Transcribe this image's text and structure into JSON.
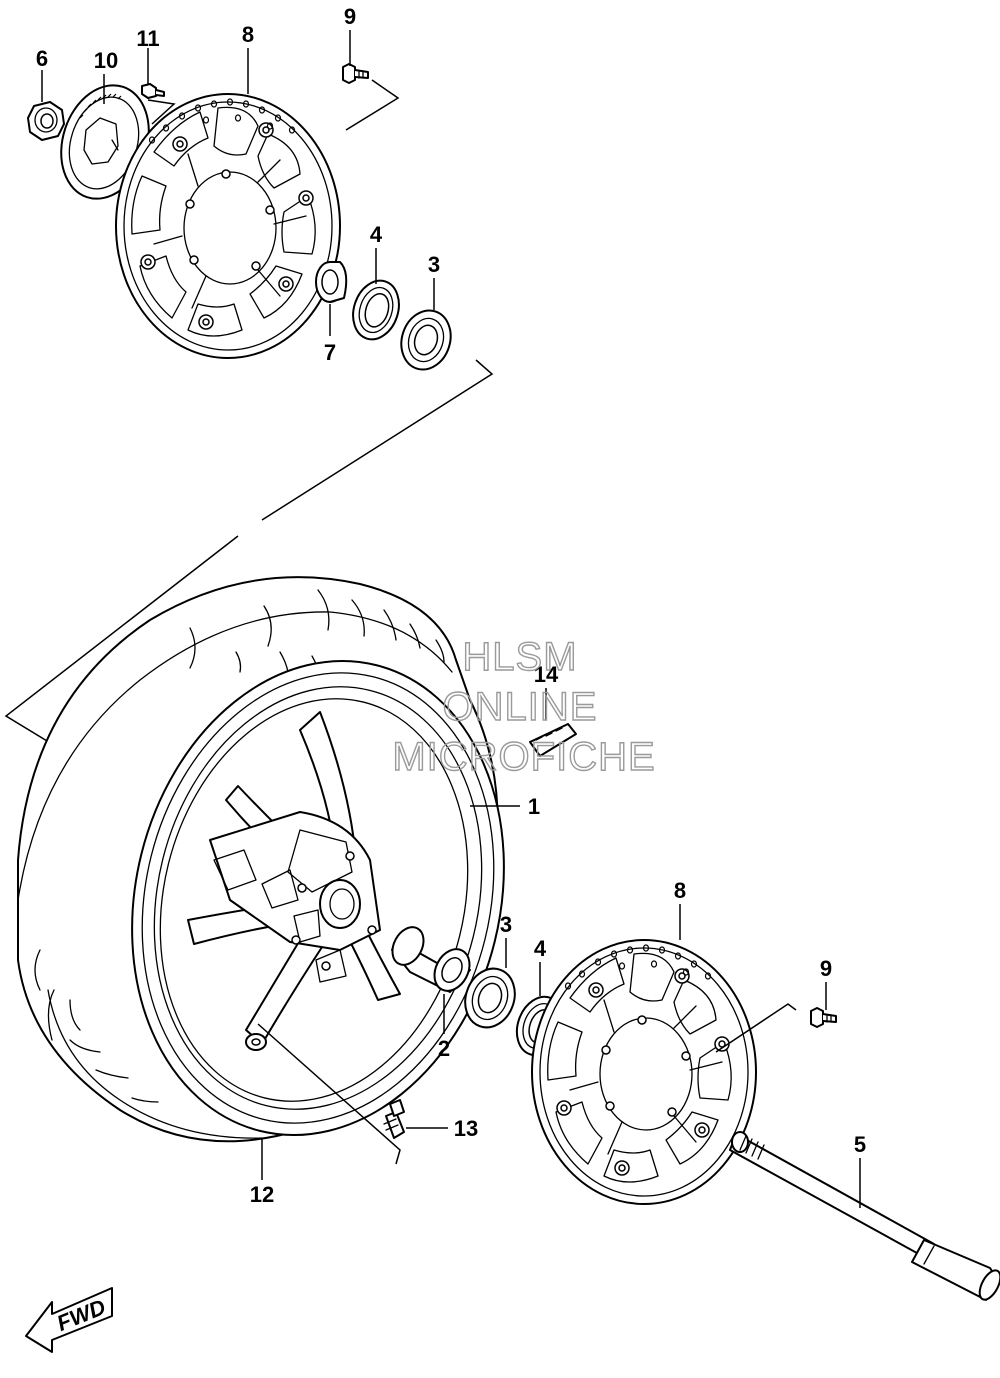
{
  "watermark": {
    "line1": "HLSM",
    "line2": "ONLINE",
    "line3": "MICROFICHE",
    "color": "#9a9a9a"
  },
  "direction_label": "FWD",
  "callouts": {
    "c1": "1",
    "c2": "2",
    "c3_top": "3",
    "c3_bottom": "3",
    "c4_top": "4",
    "c4_bottom": "4",
    "c5": "5",
    "c6": "6",
    "c7": "7",
    "c8_top": "8",
    "c8_bottom": "8",
    "c9_top": "9",
    "c9_bottom": "9",
    "c10": "10",
    "c11": "11",
    "c12": "12",
    "c13": "13",
    "c14": "14"
  }
}
